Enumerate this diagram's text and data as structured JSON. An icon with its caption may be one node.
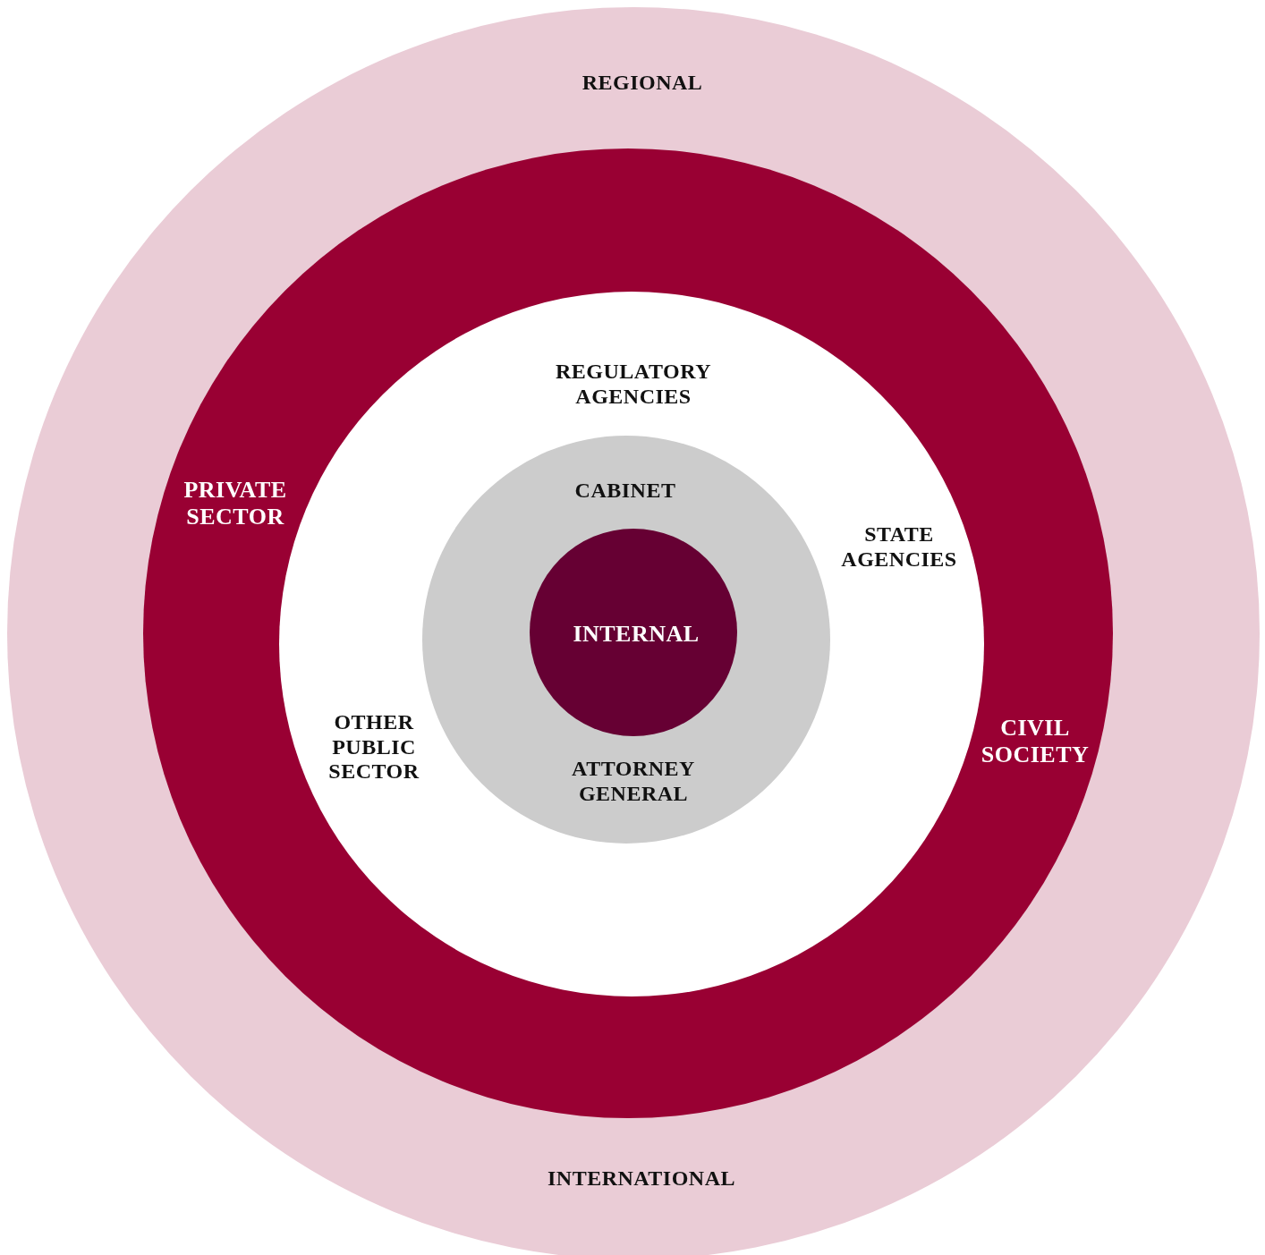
{
  "diagram": {
    "nodes": [
      {
        "text": [
          "REGIONAL",
          "INTERNATIONAL"
        ]
      },
      {
        "text": [
          "PRIVATE SECTOR",
          "CIVIL SOCIETY"
        ],
        "in": 0
      },
      {
        "text": [
          "REGULATORY AGENCIES",
          "STATE AGENCIES",
          "OTHER PUBLIC SECTOR"
        ],
        "in": 1
      },
      {
        "text": [
          "CABINET",
          "ATTORNEY GENERAL"
        ],
        "in": 2
      },
      {
        "text": [
          "INTERNAL"
        ],
        "in": 3
      }
    ]
  }
}
